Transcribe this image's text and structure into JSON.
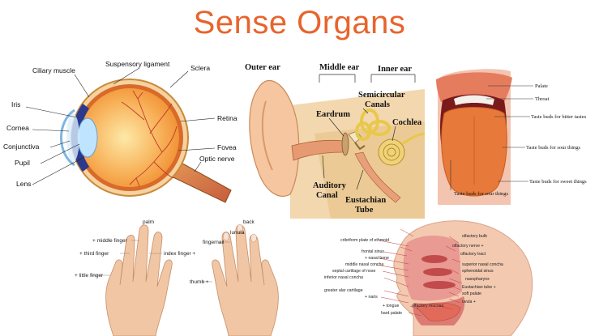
{
  "title": "Sense Organs",
  "eye": {
    "labels": [
      "Ciliary muscle",
      "Suspensory ligament",
      "Sclera",
      "Iris",
      "Retina",
      "Cornea",
      "Conjunctiva",
      "Fovea",
      "Pupil",
      "Optic nerve",
      "Lens"
    ]
  },
  "ear": {
    "labels": [
      "Outer ear",
      "Middle ear",
      "Inner ear",
      "Semicircular",
      "Canals",
      "Eardrum",
      "Cochlea",
      "Auditory",
      "Canal",
      "Eustachian",
      "Tube"
    ]
  },
  "tongue": {
    "labels": [
      "Palate",
      "Throat",
      "Taste buds for bitter tastes",
      "Taste buds for sour things",
      "Taste buds for sweet things",
      "Taste buds for sour things"
    ]
  },
  "hand": {
    "labels": [
      "palm",
      "back",
      "+ middle finger",
      "lunula",
      "fingernail",
      "+ third finger",
      "index finger +",
      "+ little finger",
      "thumb +"
    ]
  },
  "nose": {
    "labels": [
      "olfactory bulb",
      "cribriform plate of ethmoid",
      "olfactory nerve +",
      "frontal sinus",
      "olfactory tract",
      "+ nasal bone",
      "superior nasal concha",
      "middle nasal concha",
      "sphenoidal sinus",
      "septal cartilage of nose",
      "nasopharynx",
      "inferior nasal concha",
      "Eustachian tube +",
      "soft palate",
      "greater alar cartilage",
      "uvula +",
      "+ naris",
      "+ tongue",
      "olfactory mucosa",
      "hard palate"
    ]
  }
}
